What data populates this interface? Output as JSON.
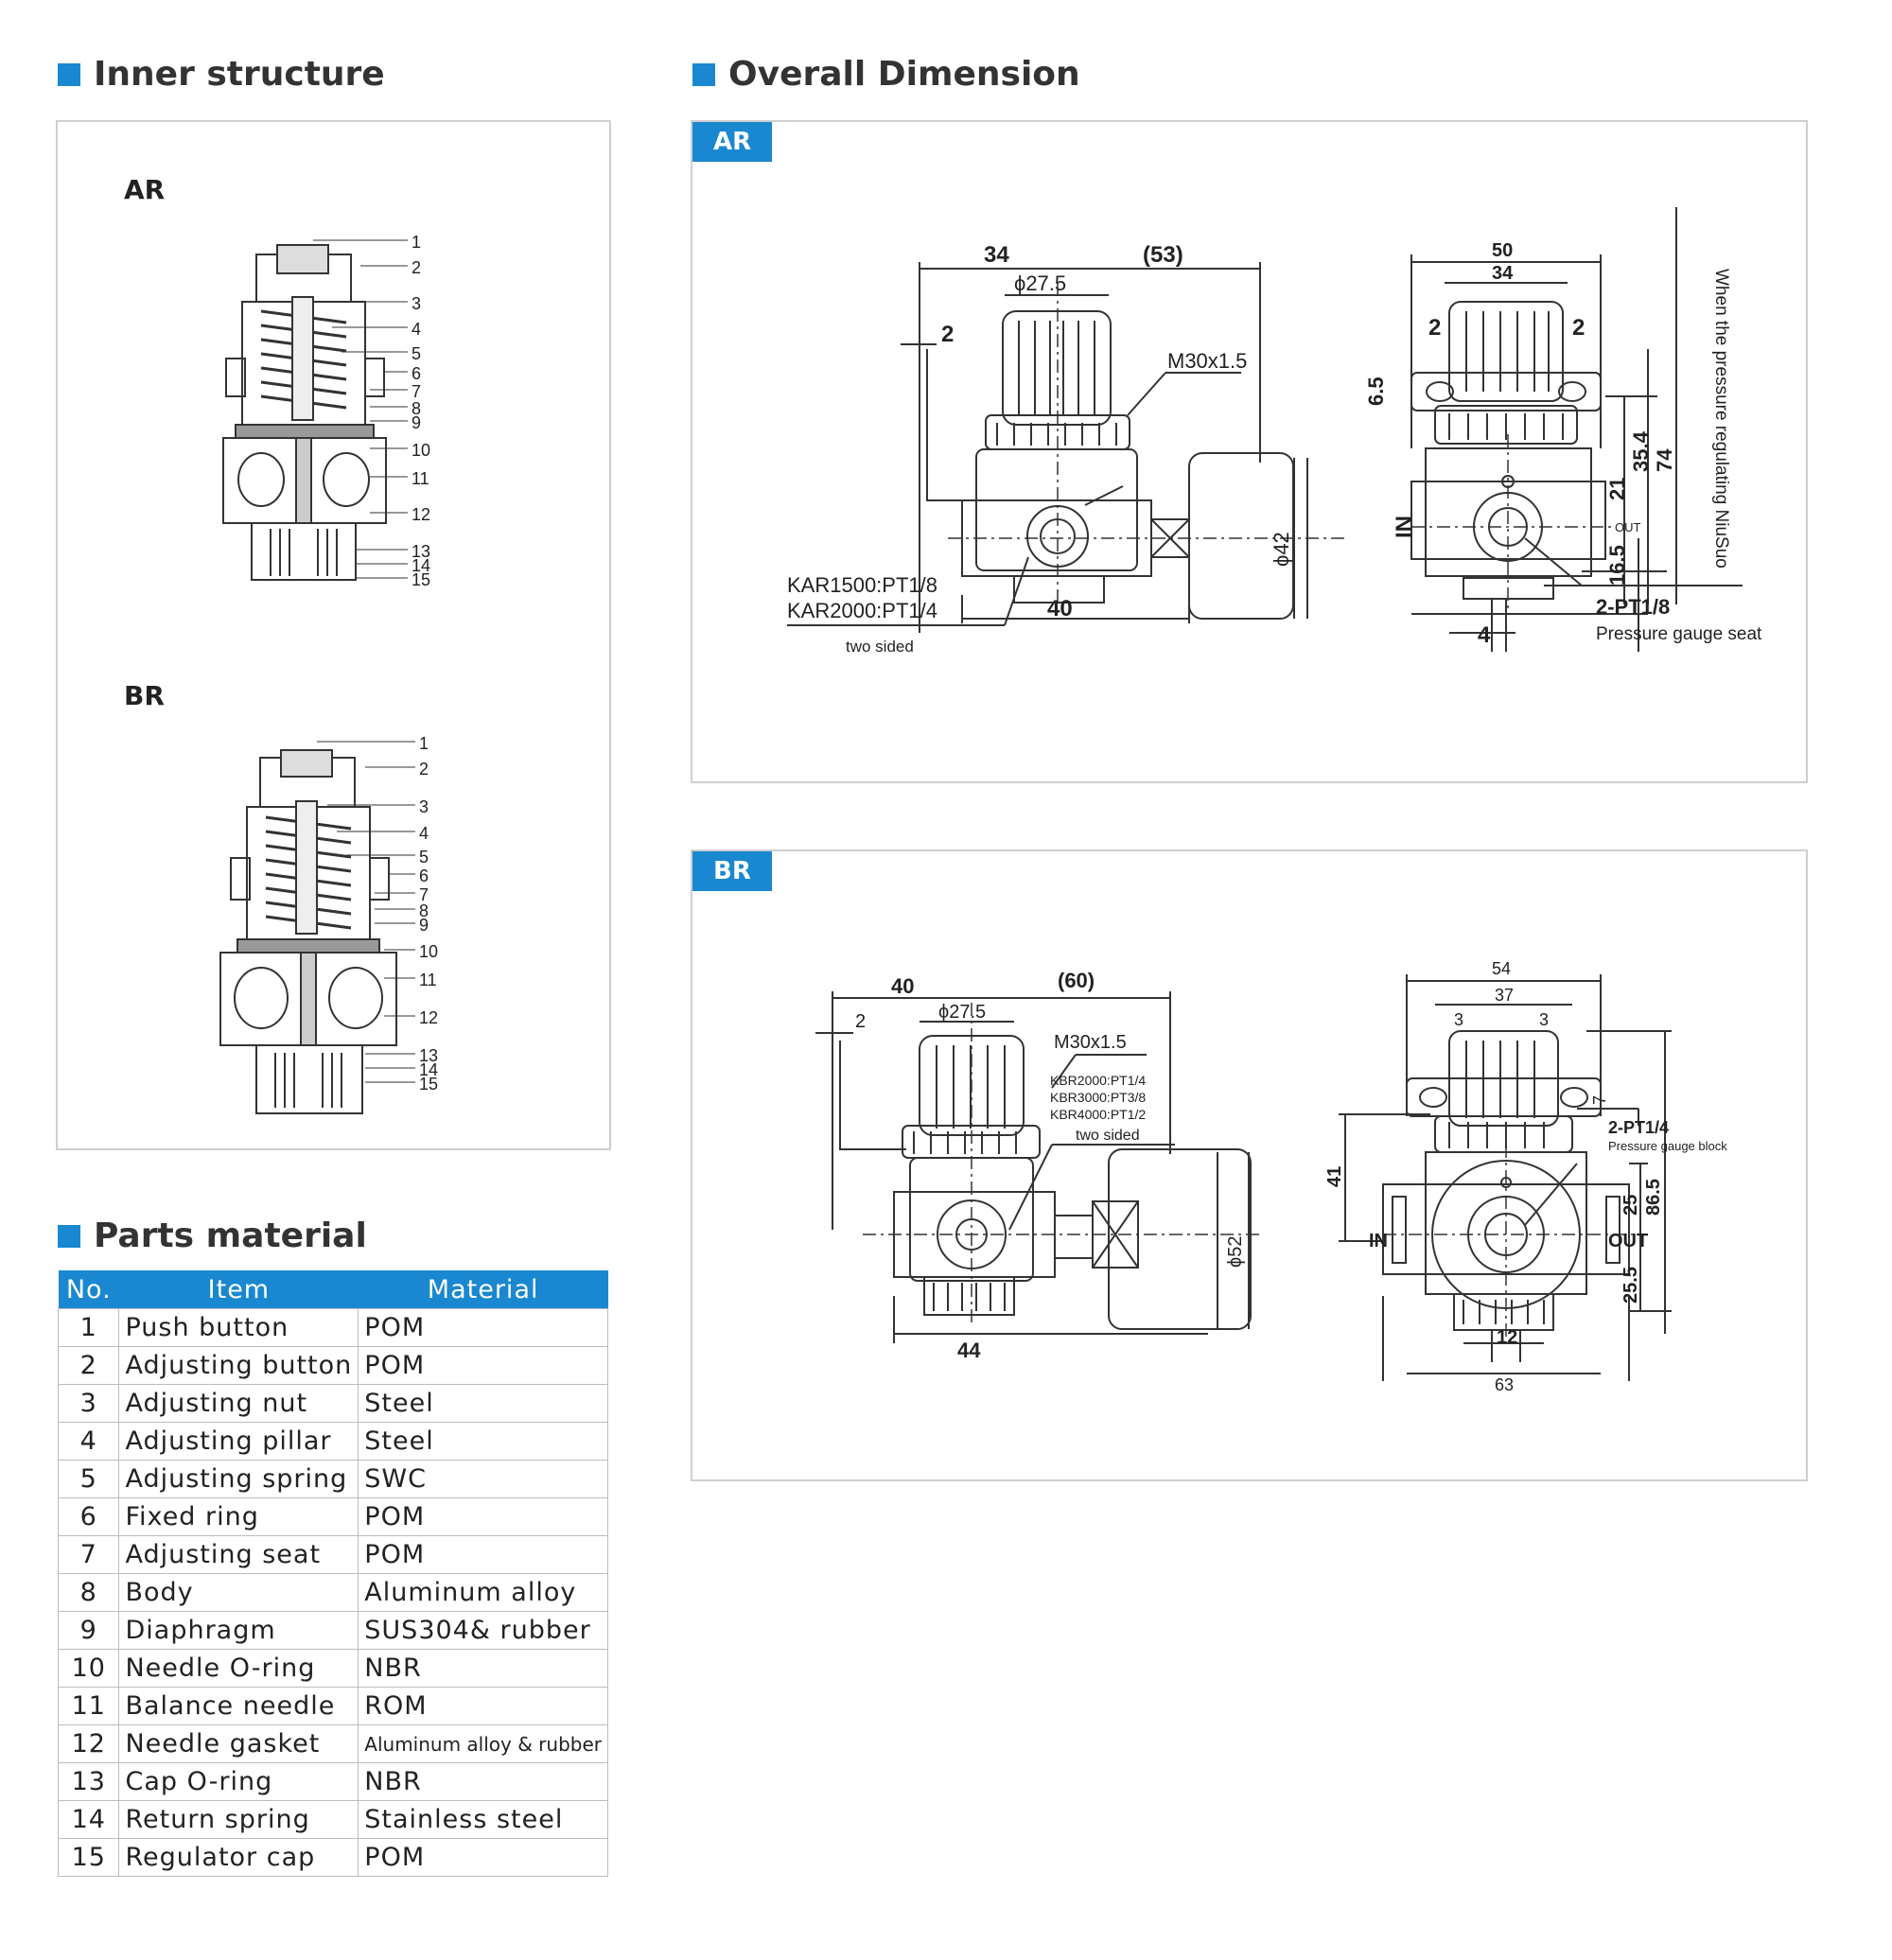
{
  "colors": {
    "accent": "#1a88d0",
    "panel_border": "#cfcfcf"
  },
  "inner": {
    "title": "Inner structure",
    "ar_label": "AR",
    "br_label": "BR",
    "callouts": [
      "1",
      "2",
      "3",
      "4",
      "5",
      "6",
      "7",
      "8",
      "9",
      "10",
      "11",
      "12",
      "13",
      "14",
      "15"
    ]
  },
  "dimension": {
    "title": "Overall Dimension",
    "ar": {
      "tag": "AR",
      "d34": "34",
      "d53": "(53)",
      "phi275": "ϕ27.5",
      "d2": "2",
      "m30": "M30x1.5",
      "kar1500": "KAR1500:PT1/8",
      "kar2000": "KAR2000:PT1/4",
      "two_sided": "two sided",
      "d40": "40",
      "phi42": "ϕ42",
      "d50": "50",
      "d34b": "34",
      "d2l": "2",
      "d2r": "2",
      "d65": "6.5",
      "in": "IN",
      "out": "OUT",
      "d21": "21",
      "d354": "35.4",
      "d74": "74",
      "d165": "16.5",
      "pt18": "2-PT1/8",
      "gauge_seat": "Pressure gauge seat",
      "d4": "4",
      "vertical_note": "When the pressure regulating NiuSuo"
    },
    "br": {
      "tag": "BR",
      "d40": "40",
      "d60": "(60)",
      "phi275": "ϕ27.5",
      "d2": "2",
      "m30": "M30x1.5",
      "kbr2000": "KBR2000:PT1/4",
      "kbr3000": "KBR3000:PT3/8",
      "kbr4000": "KBR4000:PT1/2",
      "two_sided": "two sided",
      "phi52": "ϕ52",
      "d44": "44",
      "d54": "54",
      "d37": "37",
      "d3l": "3",
      "d3r": "3",
      "d7": "7",
      "pt14": "2-PT1/4",
      "gauge_block": "Pressure gauge block",
      "d41": "41",
      "in": "IN",
      "out": "OUT",
      "d25": "25",
      "d865": "86.5",
      "d255": "25.5",
      "d12": "12",
      "d63": "63"
    }
  },
  "parts": {
    "title": "Parts material",
    "headers": [
      "No.",
      "Item",
      "Material"
    ],
    "rows": [
      {
        "no": "1",
        "item": "Push button",
        "material": "POM"
      },
      {
        "no": "2",
        "item": "Adjusting button",
        "material": "POM"
      },
      {
        "no": "3",
        "item": "Adjusting nut",
        "material": "Steel"
      },
      {
        "no": "4",
        "item": "Adjusting pillar",
        "material": "Steel"
      },
      {
        "no": "5",
        "item": "Adjusting spring",
        "material": "SWC"
      },
      {
        "no": "6",
        "item": "Fixed ring",
        "material": "POM"
      },
      {
        "no": "7",
        "item": "Adjusting seat",
        "material": "POM"
      },
      {
        "no": "8",
        "item": "Body",
        "material": "Aluminum alloy"
      },
      {
        "no": "9",
        "item": "Diaphragm",
        "material": "SUS304& rubber"
      },
      {
        "no": "10",
        "item": "Needle O-ring",
        "material": "NBR"
      },
      {
        "no": "11",
        "item": "Balance needle",
        "material": "ROM"
      },
      {
        "no": "12",
        "item": "Needle gasket",
        "material": "Aluminum alloy & rubber"
      },
      {
        "no": "13",
        "item": "Cap O-ring",
        "material": "NBR"
      },
      {
        "no": "14",
        "item": "Return spring",
        "material": "Stainless steel"
      },
      {
        "no": "15",
        "item": "Regulator cap",
        "material": "POM"
      }
    ]
  }
}
